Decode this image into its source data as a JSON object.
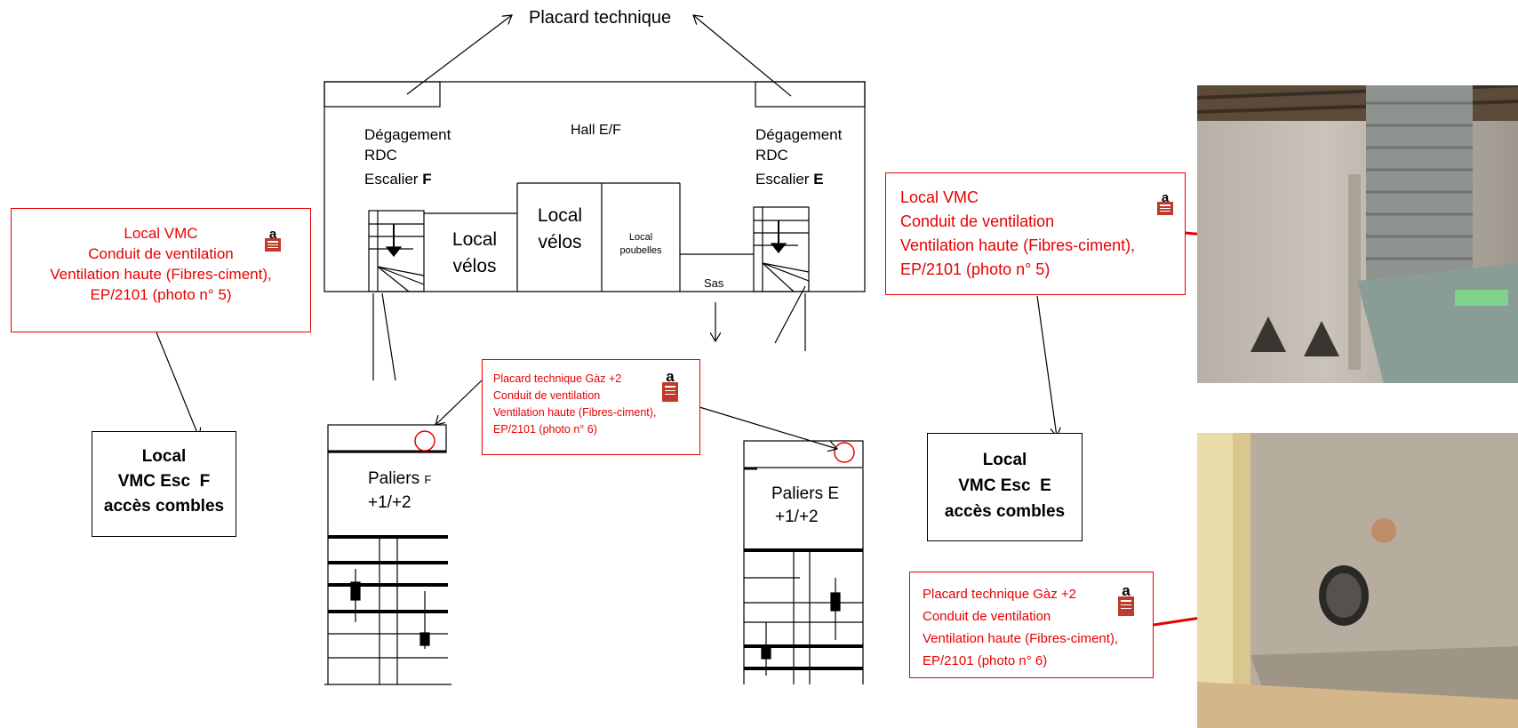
{
  "plan": {
    "placard_top": "Placard technique",
    "hall": "Hall E/F",
    "deg_left": [
      "Dégagement",
      "RDC",
      "Escalier "
    ],
    "deg_left_letter": "F",
    "deg_right": [
      "Dégagement",
      "RDC",
      "Escalier "
    ],
    "deg_right_letter": "E",
    "local_velos_1": [
      "Local",
      "vélos"
    ],
    "local_velos_2": [
      "Local",
      "vélos"
    ],
    "local_poubelles": [
      "Local",
      "poubelles"
    ],
    "sas": "Sas",
    "paliers_f": "Paliers",
    "paliers_f_letter": "F",
    "paliers_f_levels": "+1/+2",
    "paliers_e": "Paliers E",
    "paliers_e_levels": "+1/+2"
  },
  "callouts": {
    "vmc_left": [
      "Local VMC",
      "Conduit de ventilation",
      "Ventilation haute (Fibres-ciment),",
      "EP/2101 (photo n° 5)"
    ],
    "vmc_right": [
      "Local VMC",
      "Conduit de ventilation",
      "Ventilation haute (Fibres-ciment),",
      "EP/2101 (photo n° 5)"
    ],
    "gaz_center": [
      "Placard technique Gàz +2",
      "Conduit de ventilation",
      "Ventilation haute (Fibres-ciment),",
      "EP/2101 (photo n° 6)"
    ],
    "gaz_right": [
      "Placard technique Gàz +2",
      "Conduit de ventilation",
      "Ventilation haute (Fibres-ciment),",
      "EP/2101 (photo n° 6)"
    ]
  },
  "rooms": {
    "vmc_f": [
      "Local",
      "VMC Esc  F",
      "accès combles"
    ],
    "vmc_e": [
      "Local",
      "VMC Esc  E",
      "accès combles"
    ]
  },
  "badge_letter": "a",
  "colors": {
    "accent": "#e60000",
    "line": "#000000"
  }
}
